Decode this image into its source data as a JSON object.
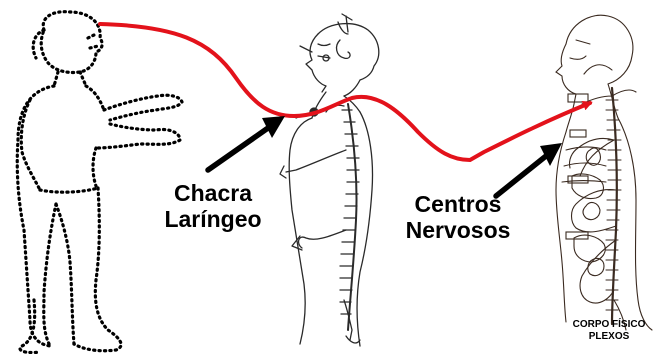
{
  "labels": {
    "chakra_line1": "Chacra",
    "chakra_line2": "Laríngeo",
    "centers_line1": "Centros",
    "centers_line2": "Nervosos",
    "body_line1": "CORPO FÍSICO",
    "body_line2": "PLEXOS"
  },
  "colors": {
    "connector": "#e3121b",
    "arrow": "#000000",
    "dotted_outline": "#000000",
    "sketch": "#2a2a2a",
    "background": "#ffffff"
  },
  "icons": {
    "etheric_figure": "dotted-human-silhouette",
    "chakra_figure": "human-profile-spine-sketch",
    "nervous_figure": "anatomical-nervous-system-sketch"
  }
}
